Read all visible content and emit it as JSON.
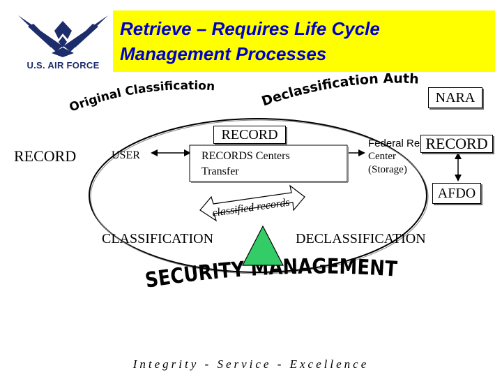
{
  "logo": {
    "text": "U.S. AIR FORCE"
  },
  "title": {
    "line1": "Retrieve – Requires Life Cycle",
    "line2": "Management Processes"
  },
  "arc_labels": {
    "original": "Original Classification Authority",
    "declass": "Declassification Authority",
    "security": "SECURITY MANAGEMENT"
  },
  "labels": {
    "nara": "NARA",
    "record_left": "RECORD",
    "user": "USER",
    "record_top": "RECORD",
    "records_centers_1": "RECORDS Centers",
    "records_centers_2": "Transfer",
    "frc_1": "Federal Re",
    "frc_2": "Center",
    "frc_3": "(Storage)",
    "record_right": "RECORD",
    "afdo": "AFDO",
    "classified_records": "classified records",
    "classification": "CLASSIFICATION",
    "declassification": "DECLASSIFICATION"
  },
  "footer": "Integrity - Service - Excellence",
  "colors": {
    "title_bg": "#ffff00",
    "title_text": "#0000cc",
    "triangle": "#33cc66",
    "logo": "#1d2d6b"
  }
}
